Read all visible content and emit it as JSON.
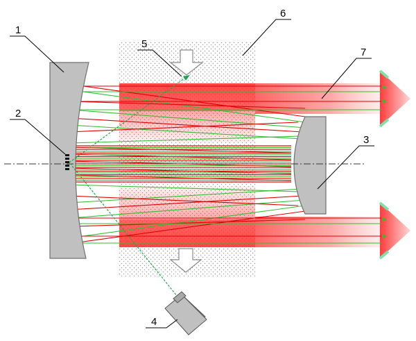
{
  "labels": {
    "l1": "1",
    "l2": "2",
    "l3": "3",
    "l4": "4",
    "l5": "5",
    "l6": "6",
    "l7": "7"
  },
  "colors": {
    "mirror": "#c0c0c0",
    "beam": "#ff3030",
    "ray_red": "#e00000",
    "ray_green": "#2fbf2f",
    "stipple": "#bdbdbd",
    "axis": "#333333"
  }
}
